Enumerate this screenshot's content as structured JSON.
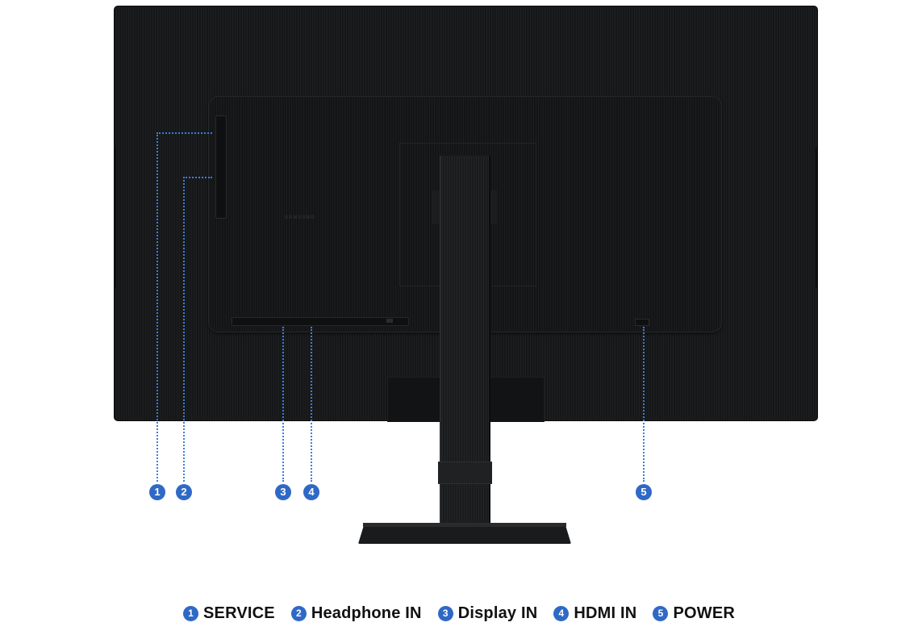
{
  "brand_logo": "SAMSUNG",
  "callouts": [
    {
      "number": "1",
      "label": "SERVICE"
    },
    {
      "number": "2",
      "label": "Headphone IN"
    },
    {
      "number": "3",
      "label": "Display IN"
    },
    {
      "number": "4",
      "label": "HDMI IN"
    },
    {
      "number": "5",
      "label": "POWER"
    }
  ],
  "colors": {
    "accent": "#2f69c6",
    "callout_line": "#3d7de0",
    "monitor_body": "#161718",
    "background": "#ffffff"
  }
}
